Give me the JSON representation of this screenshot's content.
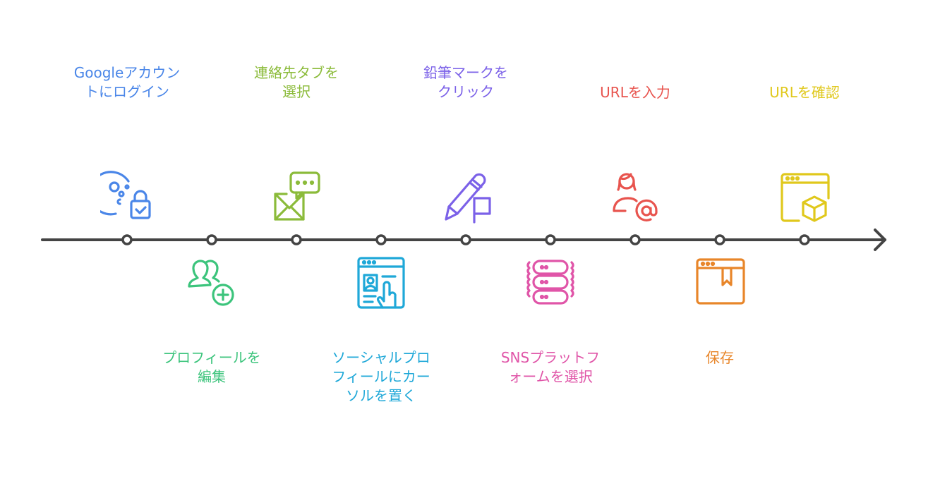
{
  "steps": [
    {
      "label": "Googleアカウントにログイン",
      "lines": [
        "Googleアカウン",
        "トにログイン"
      ],
      "color": "#4a86e8",
      "icon": "lock-account-icon",
      "position": "top"
    },
    {
      "label": "プロフィールを編集",
      "lines": [
        "プロフィールを",
        "編集"
      ],
      "color": "#3cc47c",
      "icon": "add-user-icon",
      "position": "bottom"
    },
    {
      "label": "連絡先タブを選択",
      "lines": [
        "連絡先タブを",
        "選択"
      ],
      "color": "#8bbb3a",
      "icon": "mail-chat-icon",
      "position": "top"
    },
    {
      "label": "ソーシャルプロフィールにカーソルを置く",
      "lines": [
        "ソーシャルプロ",
        "フィールにカー",
        "ソルを置く"
      ],
      "color": "#1fa8d8",
      "icon": "profile-pointer-icon",
      "position": "bottom"
    },
    {
      "label": "鉛筆マークをクリック",
      "lines": [
        "鉛筆マークを",
        "クリック"
      ],
      "color": "#7b61e8",
      "icon": "pencil-flag-icon",
      "position": "top"
    },
    {
      "label": "SNSプラットフォームを選択",
      "lines": [
        "SNSプラットフ",
        "ォームを選択"
      ],
      "color": "#e055a8",
      "icon": "server-icon",
      "position": "bottom"
    },
    {
      "label": "URLを入力",
      "lines": [
        "URLを入力"
      ],
      "color": "#e8544e",
      "icon": "user-at-icon",
      "position": "top"
    },
    {
      "label": "保存",
      "lines": [
        "保存"
      ],
      "color": "#e8862a",
      "icon": "browser-bookmark-icon",
      "position": "bottom"
    },
    {
      "label": "URLを確認",
      "lines": [
        "URLを確認"
      ],
      "color": "#e0c81c",
      "icon": "browser-cube-icon",
      "position": "top"
    }
  ],
  "axis_color": "#444444"
}
